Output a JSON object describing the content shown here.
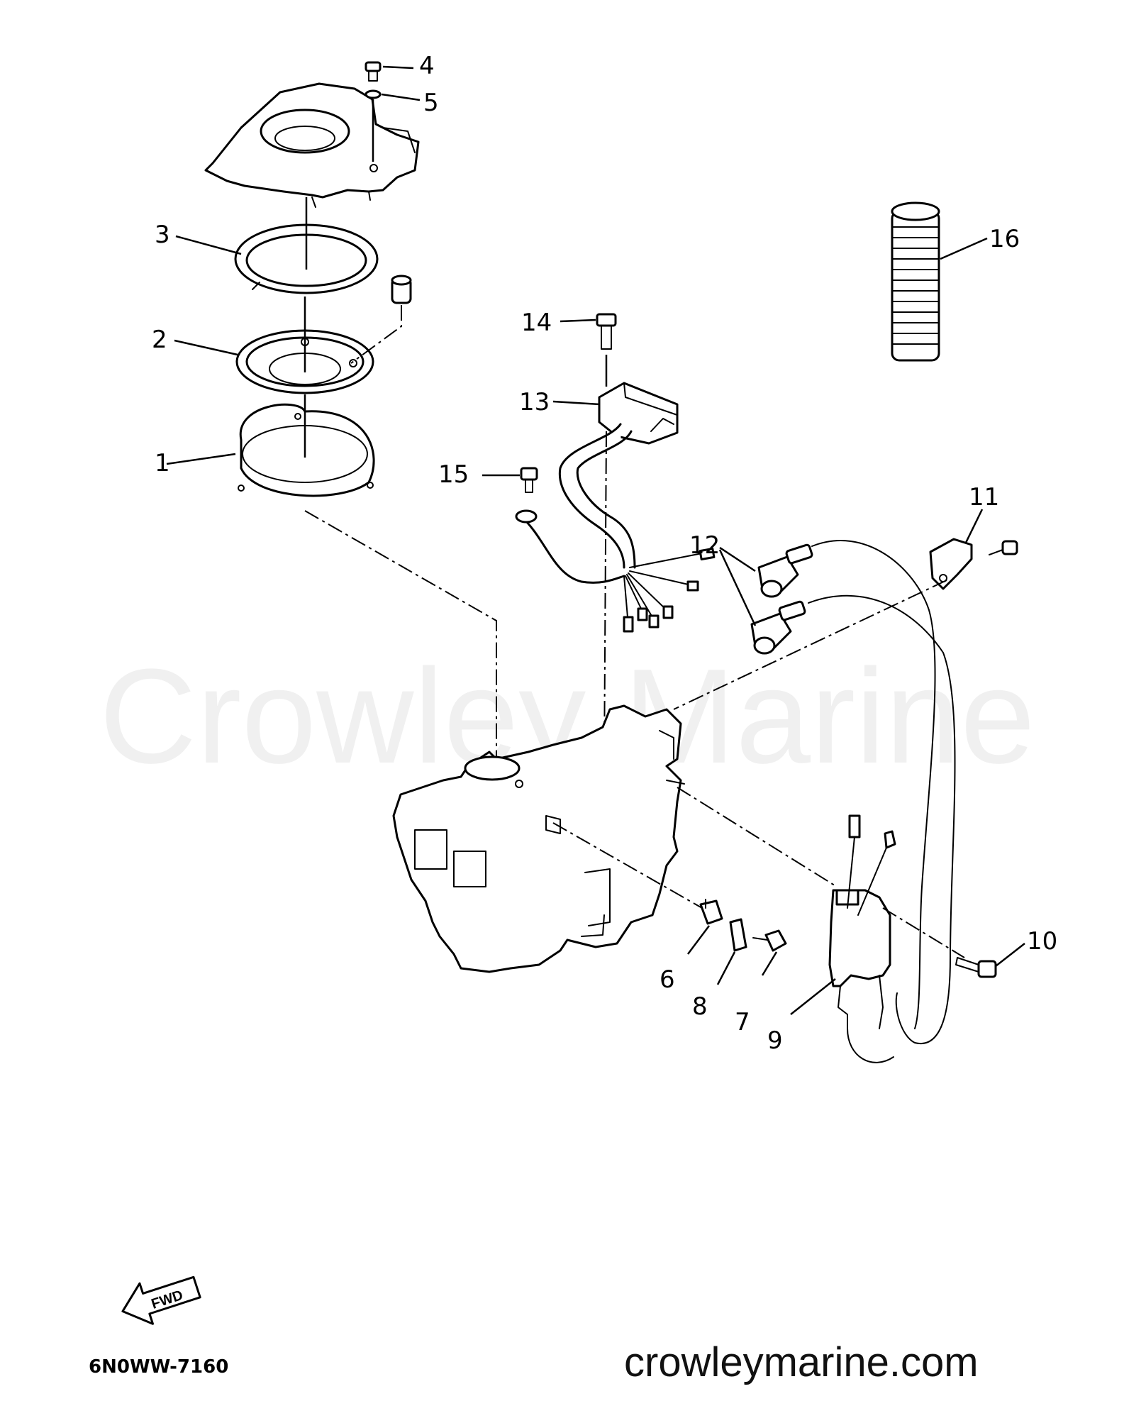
{
  "diagram": {
    "watermark": "Crowley Marine",
    "website": "crowleymarine.com",
    "drawing_code": "6N0WW-7160",
    "fwd_label": "FWD",
    "callouts": [
      "1",
      "2",
      "3",
      "4",
      "5",
      "6",
      "7",
      "8",
      "9",
      "10",
      "11",
      "12",
      "13",
      "14",
      "15",
      "16"
    ]
  }
}
